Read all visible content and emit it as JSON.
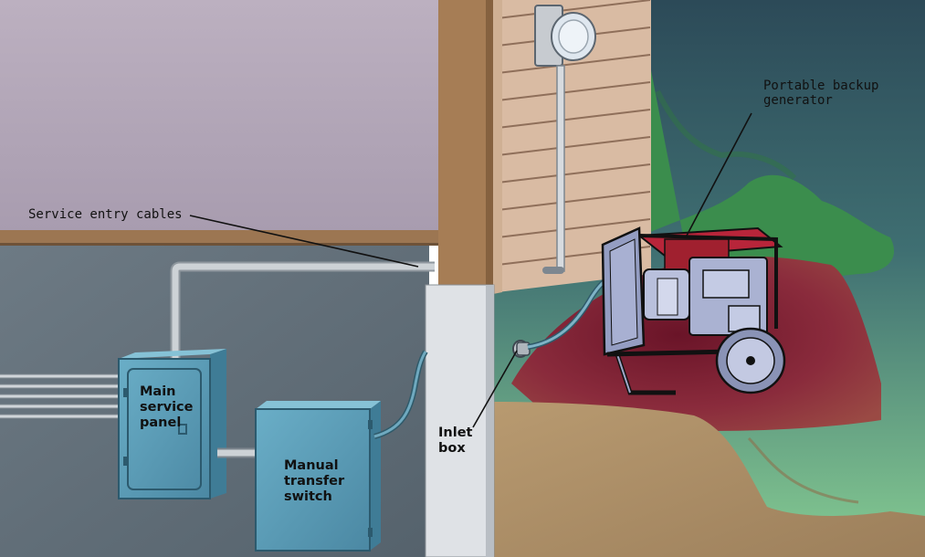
{
  "labels": {
    "service_entry": "Service entry cables",
    "generator": "Portable backup\ngenerator",
    "main_panel": "Main\nservice\npanel",
    "transfer_switch": "Manual\ntransfer\nswitch",
    "inlet_box": "Inlet\nbox"
  },
  "colors": {
    "interior_wall": "#b9adbd",
    "basement_wall": "#5f6d78",
    "siding": "#d8b9a2",
    "post": "#a67d55",
    "foundation": "#dcdfe3",
    "sky_dark": "#33545f",
    "sky_light": "#7ec58f",
    "tree": "#3a8c4c",
    "mulch": "#7a1f32",
    "soil": "#ab8d66",
    "panel_box": "#5c9db8",
    "conduit": "#c9cdd1",
    "generator_frame": "#9ea7c8",
    "generator_tank": "#b8253a"
  }
}
